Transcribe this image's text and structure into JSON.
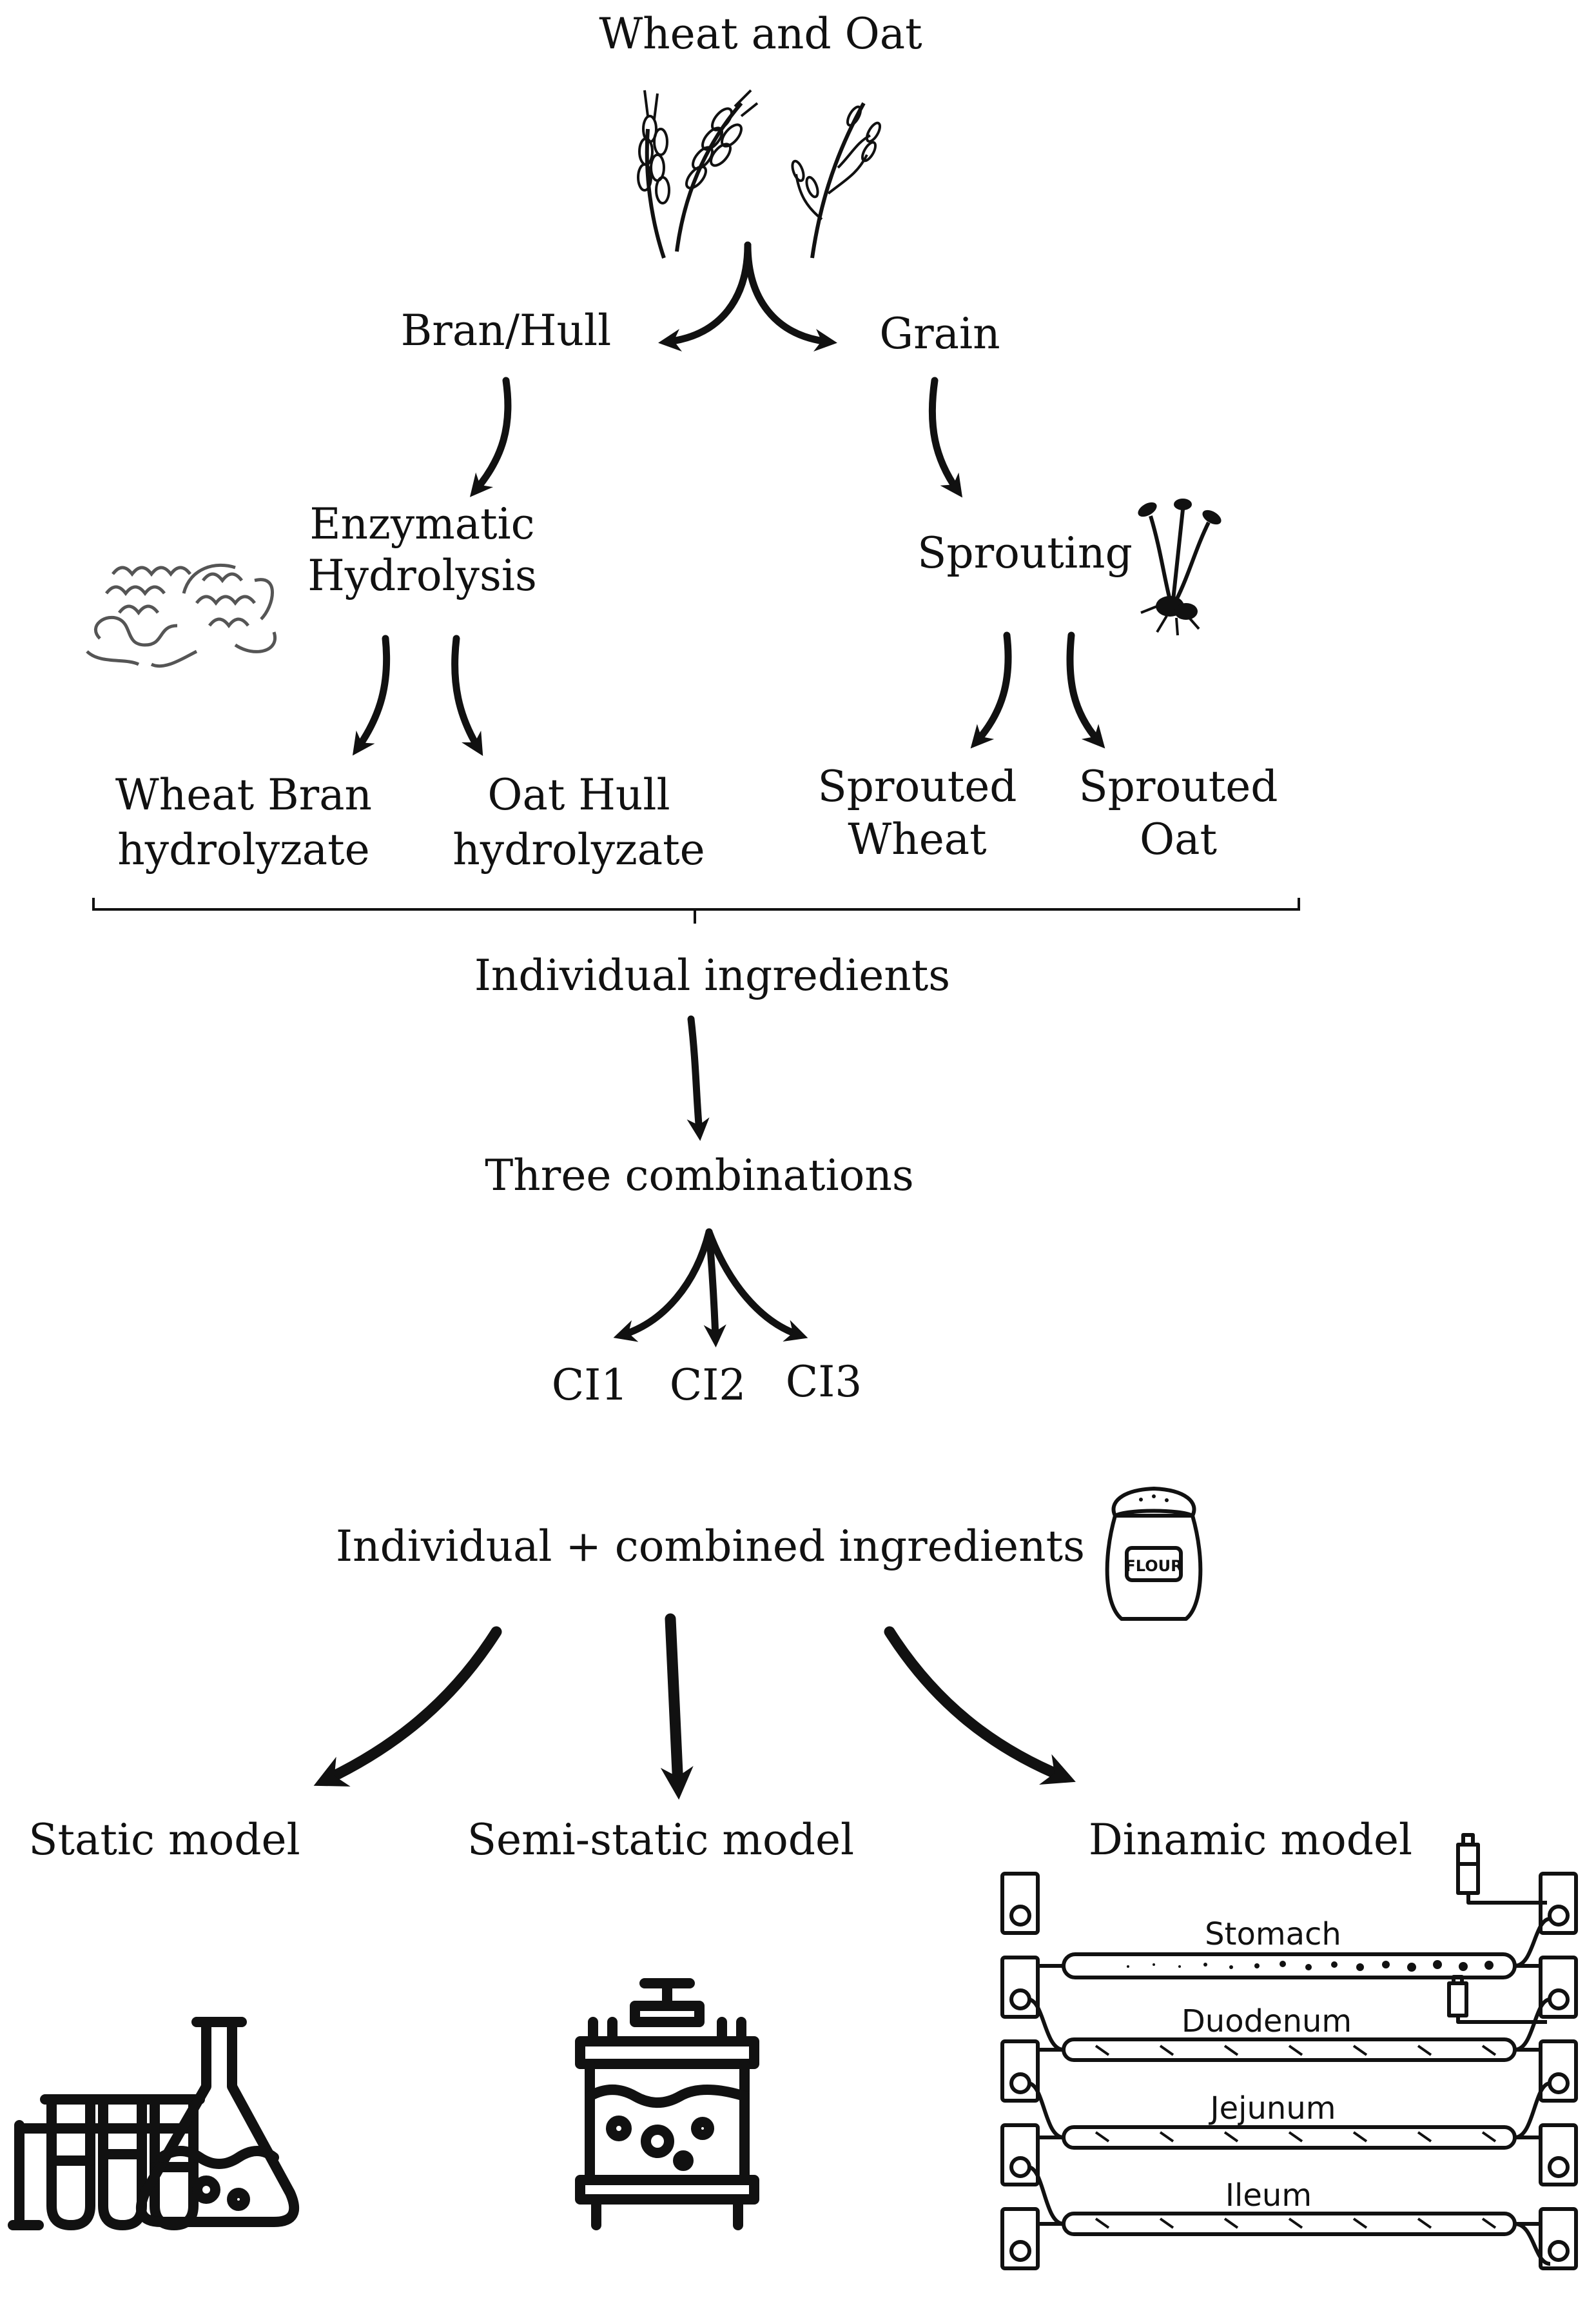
{
  "title": "Wheat and Oat",
  "branch_left": "Bran/Hull",
  "branch_right": "Grain",
  "enzymatic": {
    "line1": "Enzymatic",
    "line2": "Hydrolysis"
  },
  "sprouting": "Sprouting",
  "products": {
    "wheat_bran": {
      "line1": "Wheat Bran",
      "line2": "hydrolyzate"
    },
    "oat_hull": {
      "line1": "Oat Hull",
      "line2": "hydrolyzate"
    },
    "sprouted_wheat": {
      "line1": "Sprouted",
      "line2": "Wheat"
    },
    "sprouted_oat": {
      "line1": "Sprouted",
      "line2": "Oat"
    }
  },
  "individual_ingredients": "Individual ingredients",
  "three_combinations": "Three combinations",
  "combinations": [
    "CI1",
    "CI2",
    "CI3"
  ],
  "combined_label": "Individual + combined ingredients",
  "flour_bag_text": "FLOUR",
  "models": {
    "static": "Static model",
    "semi_static": "Semi-static model",
    "dynamic": "Dinamic model"
  },
  "digestive_sections": [
    "Stomach",
    "Duodenum",
    "Jejunum",
    "Ileum"
  ],
  "icons": [
    "wheat-icon",
    "oat-icon",
    "protein-structure-icon",
    "sprout-icon",
    "flour-bag-icon",
    "test-tubes-flask-icon",
    "bioreactor-icon",
    "dynamic-digestion-model-icon"
  ]
}
